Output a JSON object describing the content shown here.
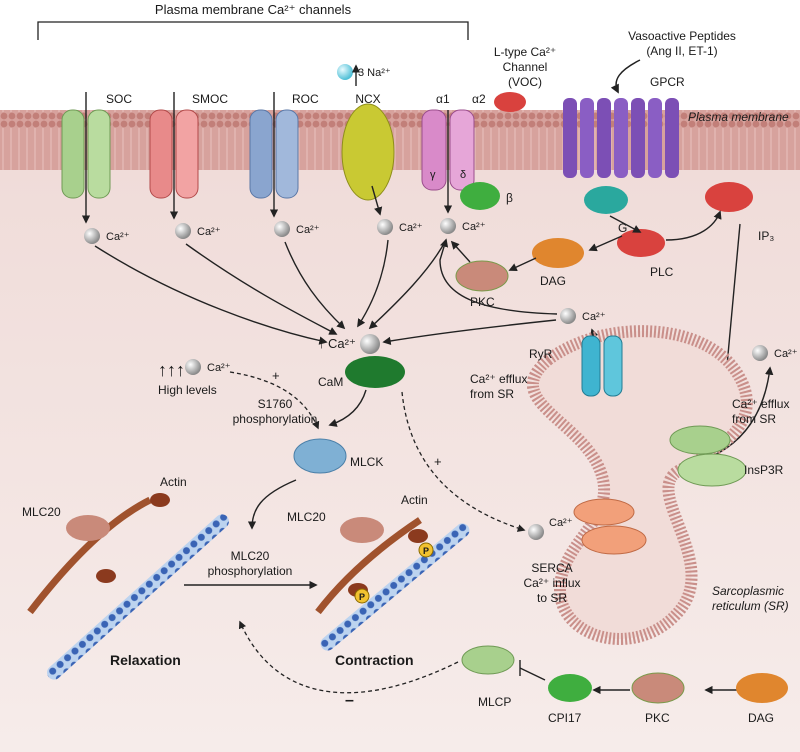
{
  "header": {
    "bracket_label": "Plasma membrane Ca²⁺ channels"
  },
  "channels": {
    "soc": "SOC",
    "smoc": "SMOC",
    "roc": "ROC",
    "ncx": "NCX",
    "a1": "α1",
    "a2": "α2",
    "gamma": "γ",
    "delta": "δ",
    "beta": "β"
  },
  "na": "3 Na²⁺",
  "voc": {
    "line1": "L-type Ca²⁺",
    "line2": "Channel",
    "line3": "(VOC)"
  },
  "peptides": {
    "line1": "Vasoactive Peptides",
    "line2": "(Ang II, ET-1)"
  },
  "gpcr": "GPCR",
  "plasma_membrane": "Plasma membrane",
  "ca": "Ca²⁺",
  "g": "G",
  "ip3": "IP₃",
  "plc": "PLC",
  "dag": "DAG",
  "pkc": "PKC",
  "cam": "CaM",
  "rise_arrow": "↑",
  "high_arrows": "↑↑↑",
  "high_levels": "High levels",
  "plus": "+",
  "minus": "–",
  "s1760": {
    "line1": "S1760",
    "line2": "phosphorylation"
  },
  "ryr": "RyR",
  "efflux_left": {
    "line1": "Ca²⁺ efflux",
    "line2": "from SR"
  },
  "efflux_right": {
    "line1": "Ca²⁺ efflux",
    "line2": "from SR"
  },
  "insp3r": "InsP3R",
  "mlck": "MLCK",
  "mlc20": "MLC20",
  "actin": "Actin",
  "mlc20_phos": {
    "line1": "MLC20",
    "line2": "phosphorylation"
  },
  "p_label": "P",
  "serca": {
    "line1": "SERCA",
    "line2": "Ca²⁺ influx",
    "line3": "to SR"
  },
  "sr": {
    "line1": "Sarcoplasmic",
    "line2": "reticulum (SR)"
  },
  "relaxation": "Relaxation",
  "contraction": "Contraction",
  "mlcp": "MLCP",
  "cpi17": "CPI17",
  "colors": {
    "membrane": "#c98f8a",
    "cytoplasm": "#f3e6e4",
    "soc": "#a8d08d",
    "smoc": "#e88a8a",
    "roc": "#8aa5cf",
    "ncx": "#c9c933",
    "voc": "#d98ac9",
    "gpcr": "#7c4fb5",
    "mlck": "#7fb0d4",
    "cam": "#1f7a2e",
    "sr": "#c98f8a"
  }
}
